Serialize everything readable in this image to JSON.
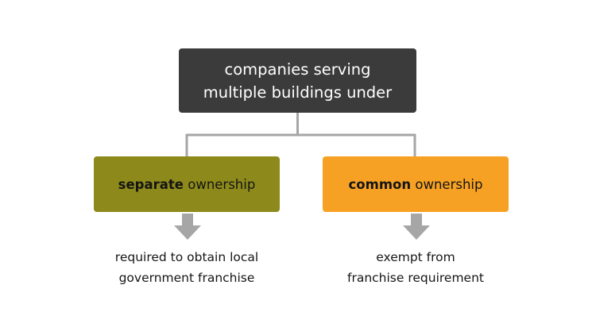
{
  "root": {
    "line1": "companies serving",
    "line2": "multiple buildings under",
    "color": "#3b3b3b"
  },
  "branches": [
    {
      "bold": "separate",
      "rest": " ownership",
      "color": "#8d8a1b",
      "outcome_line1": "required to obtain local",
      "outcome_line2": "government franchise"
    },
    {
      "bold": "common",
      "rest": " ownership",
      "color": "#f6a123",
      "outcome_line1": "exempt from",
      "outcome_line2": "franchise requirement"
    }
  ],
  "connector_color": "#a6a6a6"
}
